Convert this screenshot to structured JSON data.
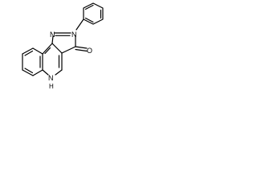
{
  "molecule": {
    "atom_labels": {
      "n_pyrazole_top": "N",
      "n_pyrazole_right": "N",
      "oxygen": "O",
      "nh_n": "N",
      "nh_h": "H"
    }
  }
}
